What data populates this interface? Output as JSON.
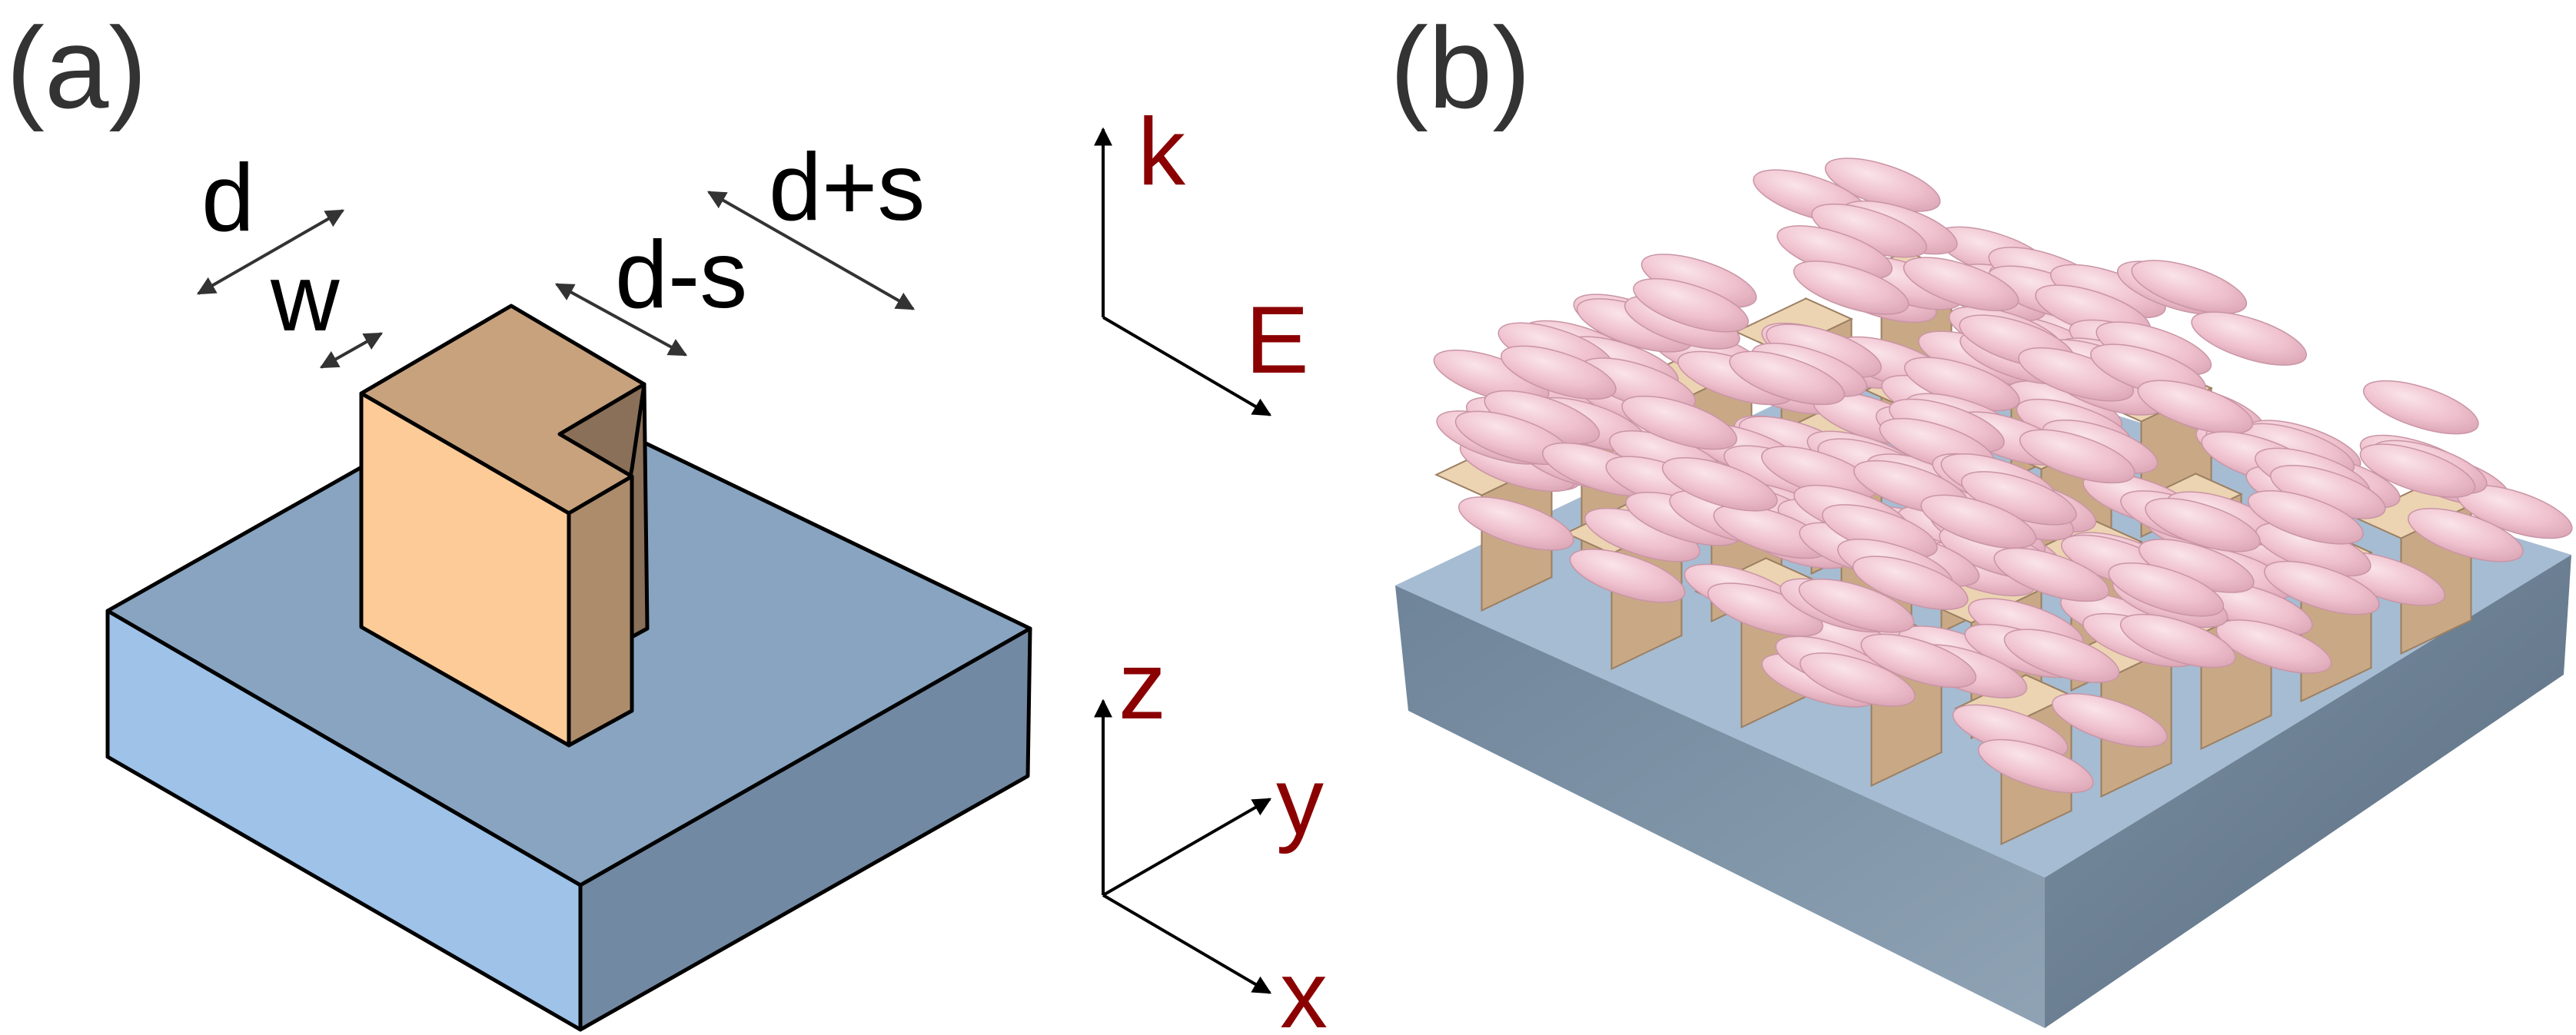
{
  "panel_a": {
    "label": "(a)",
    "dimensions": {
      "d": "d",
      "w": "w",
      "d_minus_s": "d-s",
      "d_plus_s": "d+s"
    }
  },
  "wave_axes": {
    "k": "k",
    "E": "E"
  },
  "coord_axes": {
    "z": "z",
    "y": "y",
    "x": "x"
  },
  "panel_b": {
    "label": "(b)"
  },
  "colors": {
    "substrate_top": "#88a4c0",
    "substrate_left": "#9ec2e8",
    "substrate_right": "#7289a3",
    "block_front": "#fccb98",
    "block_top": "#c7a27d",
    "block_side": "#ac8c6b",
    "block_notch": "#8a7058",
    "liquid_crystal": "#f1c6d2",
    "axis_label": "#8b0000",
    "arrow": "#333333"
  }
}
